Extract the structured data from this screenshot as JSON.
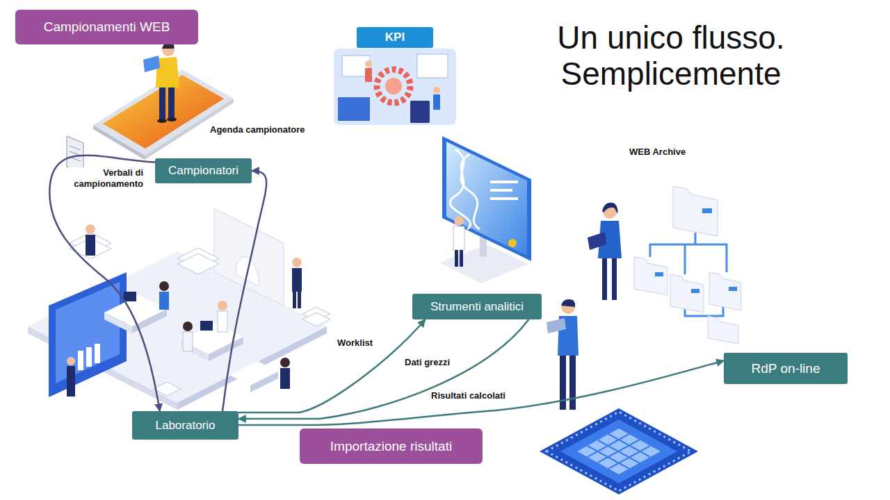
{
  "diagram": {
    "title": "Un unico flusso. Semplicemente",
    "nodes": [
      {
        "text": [
          "Campionamenti WEB"
        ]
      },
      {
        "text": [
          "KPI"
        ]
      },
      {
        "text": [
          "Campionatori"
        ]
      },
      {
        "text": [
          "Strumenti analitici"
        ]
      },
      {
        "text": [
          "RdP on-line"
        ]
      },
      {
        "text": [
          "Laboratorio"
        ]
      },
      {
        "text": [
          "Importazione risultati"
        ]
      }
    ],
    "edges": [
      {
        "from": 2,
        "to": 5,
        "label": "Verbali di campionamento",
        "arrow": "to"
      },
      {
        "from": 5,
        "to": 2,
        "label": "Agenda campionatore",
        "arrow": "to"
      },
      {
        "from": 5,
        "to": 3,
        "label": "Worklist",
        "arrow": "to"
      },
      {
        "from": 3,
        "to": 5,
        "label": "Dati grezzi",
        "arrow": "to"
      },
      {
        "from": 5,
        "to": 4,
        "label": "Risultati calcolati",
        "arrow": "to"
      }
    ],
    "labels": [
      "WEB Archive"
    ]
  }
}
